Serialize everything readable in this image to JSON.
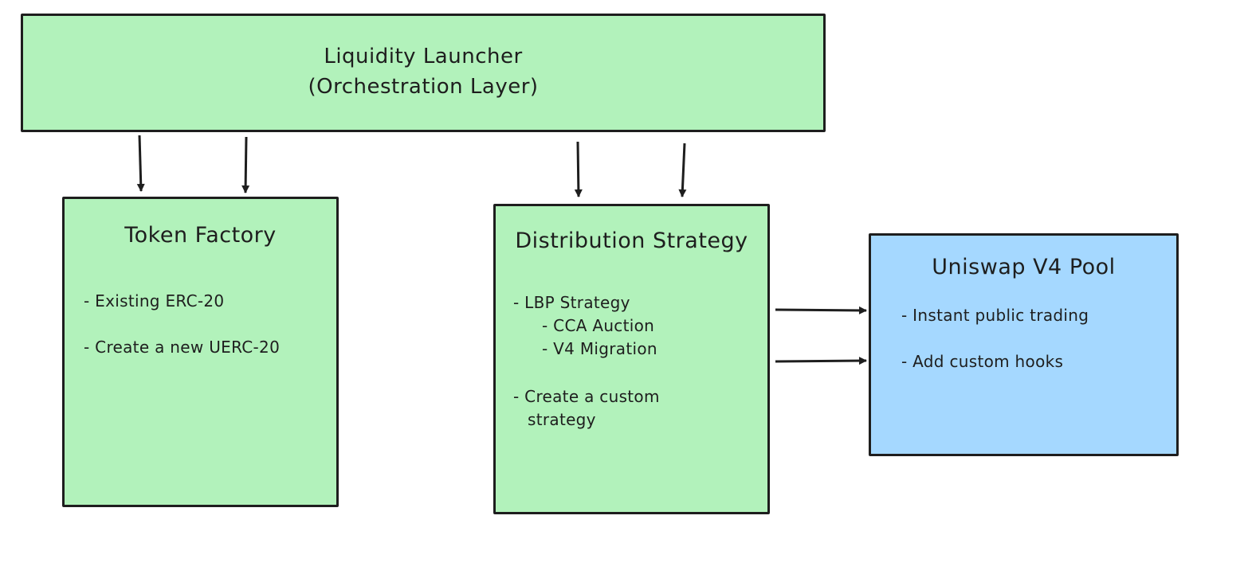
{
  "launcher": {
    "title_line1": "Liquidity Launcher",
    "title_line2": "(Orchestration Layer)"
  },
  "token_factory": {
    "title": "Token Factory",
    "items": [
      "- Existing ERC-20",
      "- Create a new UERC-20"
    ]
  },
  "distribution": {
    "title": "Distribution Strategy",
    "items": [
      "- LBP Strategy",
      "- CCA Auction",
      "- V4 Migration",
      "- Create a custom",
      "strategy"
    ]
  },
  "uniswap": {
    "title": "Uniswap V4 Pool",
    "items": [
      "- Instant public trading",
      "- Add custom hooks"
    ]
  },
  "colors": {
    "green_fill": "#b2f2bb",
    "blue_fill": "#a5d8ff",
    "stroke": "#1e1e1e"
  }
}
